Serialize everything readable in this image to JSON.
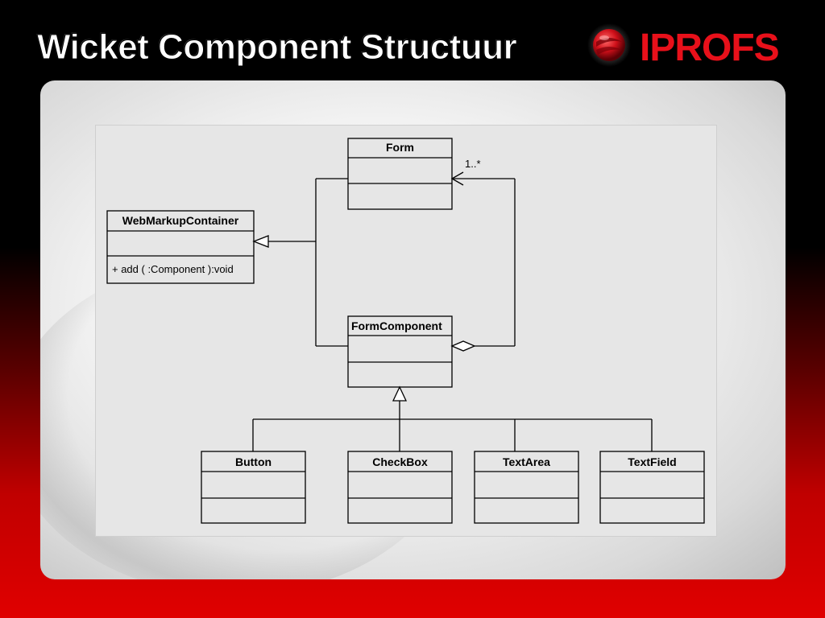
{
  "slide": {
    "title": "Wicket Component Structuur",
    "logo_text": "IPROFS",
    "brand_color": "#e8101a"
  },
  "diagram": {
    "classes": {
      "form": {
        "name": "Form"
      },
      "web_markup_container": {
        "name": "WebMarkupContainer",
        "operation": "+ add ( :Component ):void"
      },
      "form_component": {
        "name": "FormComponent"
      },
      "button": {
        "name": "Button"
      },
      "checkbox": {
        "name": "CheckBox"
      },
      "text_area": {
        "name": "TextArea"
      },
      "text_field": {
        "name": "TextField"
      }
    },
    "multiplicity": "1..*"
  }
}
